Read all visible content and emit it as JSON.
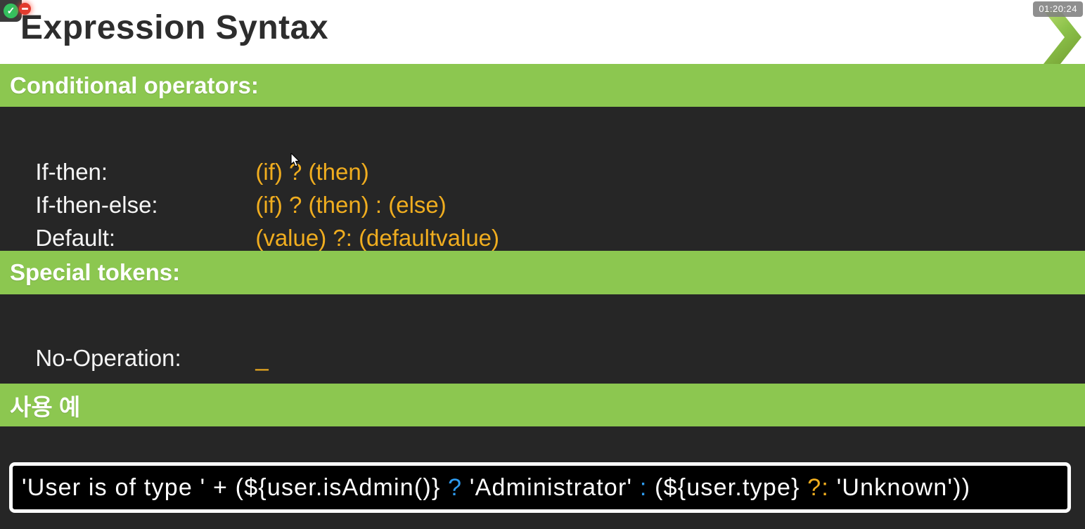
{
  "header": {
    "title": "Expression Syntax",
    "timestamp": "01:20:24"
  },
  "sections": {
    "conditional": {
      "heading": "Conditional operators:",
      "rows": [
        {
          "label": "If-then:",
          "code": "(if) ? (then)"
        },
        {
          "label": "If-then-else:",
          "code": "(if) ? (then) : (else)"
        },
        {
          "label": "Default:",
          "code": "(value) ?: (defaultvalue)"
        }
      ]
    },
    "special": {
      "heading": "Special tokens:",
      "rows": [
        {
          "label": "No-Operation:",
          "code": "_"
        }
      ]
    },
    "usage": {
      "heading": "사용 예",
      "code_segments": [
        {
          "text": "'User is of type ' + (${user.isAdmin()} ",
          "color": "white"
        },
        {
          "text": "?",
          "color": "blue"
        },
        {
          "text": " 'Administrator' ",
          "color": "white"
        },
        {
          "text": ":",
          "color": "blue"
        },
        {
          "text": " (${user.type} ",
          "color": "white"
        },
        {
          "text": "?:",
          "color": "orange"
        },
        {
          "text": " 'Unknown'))",
          "color": "white"
        }
      ]
    }
  },
  "colors": {
    "banner_green": "#8cc750",
    "dark_background": "#262626",
    "code_orange": "#f0ad1f",
    "code_blue": "#2e9bef",
    "code_box_background": "#000000",
    "code_box_border": "#ffffff"
  }
}
